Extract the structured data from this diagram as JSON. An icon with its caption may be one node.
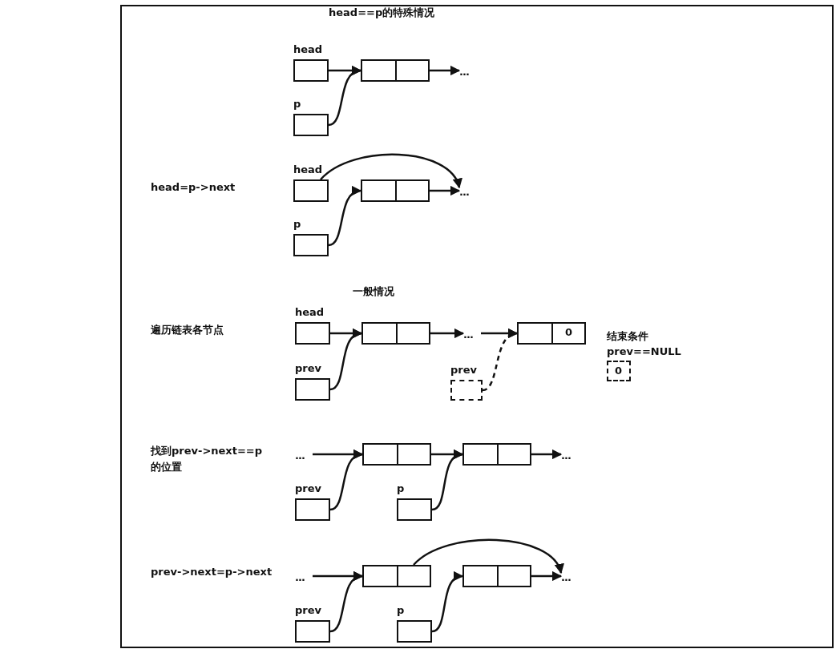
{
  "diagram": {
    "nodes": [
      {
        "text": [
          "head"
        ]
      },
      {
        "text": [],
        "shape": "box"
      },
      {
        "text": [
          "..."
        ]
      },
      {
        "text": [
          "p"
        ]
      },
      {
        "text": [
          "head"
        ]
      },
      {
        "text": [],
        "shape": "box"
      },
      {
        "text": [
          "..."
        ]
      },
      {
        "text": [
          "p"
        ]
      },
      {
        "text": [
          "head"
        ]
      },
      {
        "text": [],
        "shape": "box"
      },
      {
        "text": [
          "..."
        ]
      },
      {
        "text": [
          "0"
        ]
      },
      {
        "text": [
          "prev"
        ]
      },
      {
        "text": [
          "prev"
        ]
      },
      {
        "text": [
          "结束条件",
          "prev==NULL",
          "0"
        ]
      },
      {
        "text": [
          "..."
        ]
      },
      {
        "text": [],
        "shape": "box"
      },
      {
        "text": [],
        "shape": "box"
      },
      {
        "text": [
          "..."
        ]
      },
      {
        "text": [
          "prev"
        ]
      },
      {
        "text": [
          "p"
        ]
      },
      {
        "text": [
          "..."
        ]
      },
      {
        "text": [],
        "shape": "box"
      },
      {
        "text": [],
        "shape": "box"
      },
      {
        "text": [
          "..."
        ]
      },
      {
        "text": [
          "prev"
        ]
      },
      {
        "text": [
          "p"
        ]
      }
    ],
    "edges": [
      {
        "from": 0,
        "to": 1,
        "arrow": "to"
      },
      {
        "from": 1,
        "to": 2,
        "arrow": "to"
      },
      {
        "from": 3,
        "to": 1,
        "arrow": "to"
      },
      {
        "from": 4,
        "to": 6,
        "arrow": "to"
      },
      {
        "from": 5,
        "to": 6,
        "arrow": "to"
      },
      {
        "from": 7,
        "to": 5,
        "arrow": "to"
      },
      {
        "from": 8,
        "to": 9,
        "arrow": "to"
      },
      {
        "from": 9,
        "to": 10,
        "arrow": "to"
      },
      {
        "from": 10,
        "to": 11,
        "arrow": "to"
      },
      {
        "from": 12,
        "to": 9,
        "arrow": "to"
      },
      {
        "from": 13,
        "to": 11,
        "arrow": "to",
        "style": "dashed"
      },
      {
        "from": 15,
        "to": 16,
        "arrow": "to"
      },
      {
        "from": 16,
        "to": 17,
        "arrow": "to"
      },
      {
        "from": 17,
        "to": 18,
        "arrow": "to"
      },
      {
        "from": 19,
        "to": 16,
        "arrow": "to"
      },
      {
        "from": 20,
        "to": 17,
        "arrow": "to"
      },
      {
        "from": 21,
        "to": 22,
        "arrow": "to"
      },
      {
        "from": 22,
        "to": 24,
        "arrow": "to"
      },
      {
        "from": 23,
        "to": 24,
        "arrow": "to"
      },
      {
        "from": 25,
        "to": 22,
        "arrow": "to"
      },
      {
        "from": 26,
        "to": 23,
        "arrow": "to"
      }
    ],
    "labels": [
      "head==p的特殊情况",
      "head=p->next",
      "一般情况",
      "遍历链表各节点",
      "找到prev->next==p 的位置",
      "prev->next=p->next"
    ]
  }
}
